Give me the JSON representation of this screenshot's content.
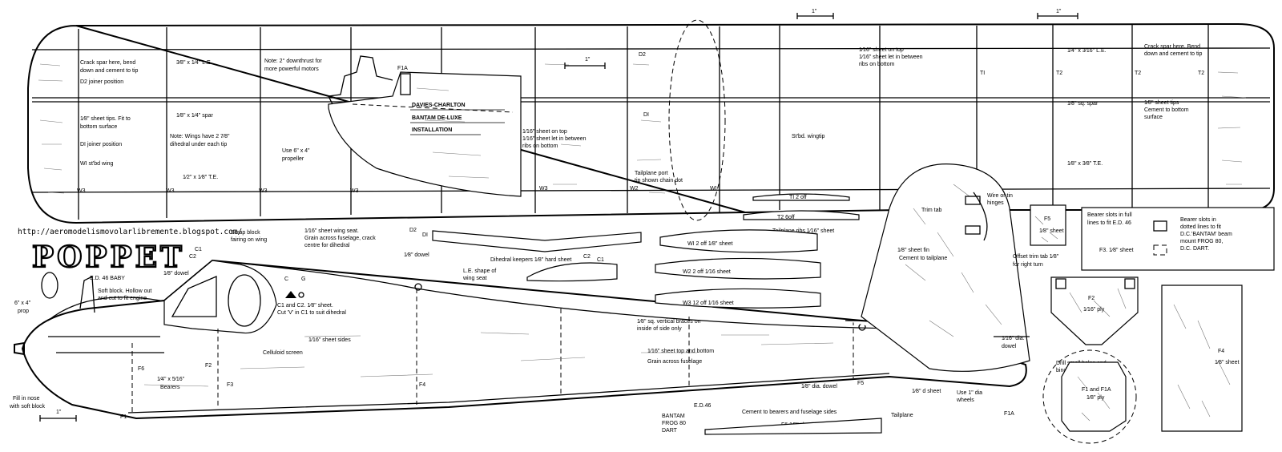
{
  "title": "POPPET",
  "source_url": "http://aeromodelismovolarlibremente.blogspot.com/",
  "scale_marks": [
    "1\"",
    "1\"",
    "1\"",
    "1\""
  ],
  "wing": {
    "crack_spar_left": [
      "Crack spar here, bend",
      "down and cement to tip"
    ],
    "d2_joiner": "D2 joiner position",
    "le_left": "3⁄8\" x 1⁄4\" L.E.",
    "sheet_tips_left": [
      "1⁄8\" sheet tips. Fit to",
      "bottom surface"
    ],
    "d1_joiner": "DI joiner position",
    "w1_stbd": "WI st'bd wing",
    "spar_left": "1⁄8\" x 1⁄4\" spar",
    "dihedral_note": [
      "Note: Wings have 2 7⁄8\"",
      "dihedral under each tip"
    ],
    "te_left": "1⁄2\" x 1⁄8\" T.E.",
    "downthrust_note": [
      "Note: 2° downthrust for",
      "more powerful motors"
    ],
    "propeller_note": [
      "Use 6\" x 4\"",
      "propeller"
    ],
    "f1a": "F1A",
    "installation": [
      "DAVIES-CHARLTON",
      "BANTAM DE-LUXE",
      "INSTALLATION"
    ],
    "sheet_top_center": [
      "1⁄16\" sheet on top",
      "1⁄16\" sheet let in between",
      "ribs on bottom"
    ],
    "d2": "D2",
    "d1": "DI",
    "tailplane_note": [
      "Tailplane port",
      "tip shown chain dot"
    ],
    "sheet_top_right": [
      "1⁄16\" sheet on top",
      "1⁄16\" sheet let in between",
      "ribs on bottom"
    ],
    "stbd_wingtip": "St'bd. wingtip",
    "le_right": "1⁄4\" x 3⁄16\" L.E.",
    "crack_spar_right": [
      "Crack spar here. Bend",
      "down and cement to tip"
    ],
    "sq_spar": "1⁄8\" sq. spar",
    "sheet_tips_right": [
      "1⁄8\" sheet tips",
      "Cement to bottom",
      "surface"
    ],
    "te_right": "1⁄8\" x 3⁄8\" T.E.",
    "rib_labels": [
      "W3",
      "W3",
      "W3",
      "W3",
      "W3",
      "W2",
      "WI",
      "TI",
      "T2",
      "T2",
      "T2"
    ]
  },
  "ribs": {
    "t1": "TI    2 off",
    "t2": "T2    6off",
    "tailplane_ribs": "Tailplane ribs 1⁄16\" sheet",
    "w1": "WI  2 off 1⁄8\" sheet",
    "w2": "W2    2 off 1⁄16 sheet",
    "w3": "W3  12 off 1⁄16 sheet"
  },
  "fuselage": {
    "scrap_block": [
      "Scrap block",
      "fairing on wing"
    ],
    "wing_seat": [
      "1⁄16\" sheet wing seat.",
      "Grain across fuselage, crack",
      "centre for dihedral"
    ],
    "c2": "C2",
    "c1": "C1",
    "c_g": [
      "C",
      "G"
    ],
    "c1_c2_note": [
      "C1 and C2. 1⁄8\" sheet.",
      "Cut 'V' in C1 to suit dihedral"
    ],
    "dowel_1": "1⁄8\" dowel",
    "ed46_baby": "E.D. 46 BABY",
    "soft_block": [
      "Soft block. Hollow out",
      "and cut to fit engine"
    ],
    "prop": [
      "6\" x 4\"",
      "prop"
    ],
    "sheet_sides": "1⁄16\" sheet sides",
    "celluloid": "Celluloid screen",
    "f6": "F6",
    "bearers": [
      "1⁄4\" x 5⁄16\"",
      "Bearers"
    ],
    "f2": "F2",
    "f3": "F3",
    "f4": "F4",
    "f5": "F5",
    "f1": "F1",
    "fill_nose": [
      "Fill in nose",
      "with soft block"
    ],
    "dowel_top": "1⁄8\" dowel",
    "sq_braces": [
      "1⁄8\" sq. vertical braces on",
      "inside of side only"
    ],
    "top_bottom": [
      "1⁄16\" sheet top and bottom",
      "Grain across fuselage"
    ],
    "dia_dowel": "1⁄8\" dia. dowel",
    "ed46": "E.D.46",
    "engines": [
      "BANTAM",
      "FROG 80",
      "DART"
    ],
    "cement_bearers": "Cement to bearers and fuselage sides",
    "f6_sheet": "F6  1⁄8\" sheet",
    "d2_small": "D2",
    "d1_small": "DI"
  },
  "misc": {
    "dihedral_keepers": "Dihedral keepers 1⁄8\" hard sheet",
    "le_shape": [
      "L.E. shape of",
      "wing seat"
    ],
    "c2_small": "C2",
    "c1_small": "C1",
    "wire_hinges": [
      "Wire or tin",
      "hinges"
    ],
    "trim_tab": "Trim tab",
    "sheet_fin": [
      "1⁄8\" sheet fin",
      "Cement to tailplane"
    ],
    "offset_trim": [
      "Offset trim tab 1⁄8\"",
      "for right turn"
    ],
    "f5_part": "F5",
    "f5_sheet": "1⁄8\" sheet",
    "dia_dowel_right": [
      "1⁄16\" dia.",
      "dowel"
    ],
    "d_sheet": "1⁄8\"   d sheet",
    "tailplane": "Tailplane",
    "wheels": [
      "Use 1\" dia",
      "wheels"
    ],
    "bearer_box": {
      "left": [
        "Bearer slots in full",
        "lines to fit E.D. 46"
      ],
      "right": [
        "Bearer slots in",
        "dotted lines to fit",
        "D.C.'BANTAM' beam",
        "mount  FROG 80,",
        "D.C. DART."
      ],
      "f3": "F3.  1⁄8\" sheet"
    },
    "f2_part": "F2",
    "f2_ply": "1⁄16\" ply",
    "drill_note": [
      "Drill small holes and",
      "bind 16 s.w.g. U/C."
    ],
    "f1_f1a": [
      "F1 and F1A",
      "1⁄8\" ply"
    ],
    "f1a_label": "F1A",
    "f4_part": "F4",
    "f4_sheet": "1⁄8\" sheet"
  }
}
